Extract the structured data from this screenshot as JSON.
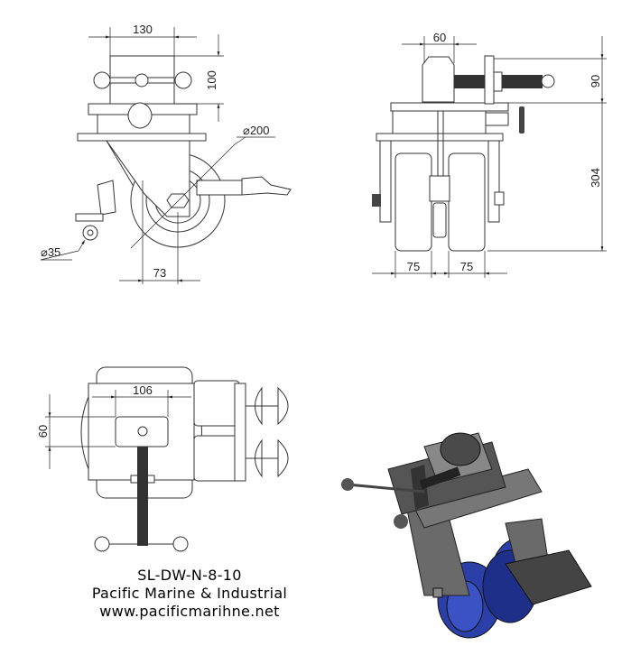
{
  "side_view": {
    "width_dim": "130",
    "height_dim": "100",
    "wheel_dia_dim": "⌀200",
    "small_wheel_dia_dim": "⌀35",
    "offset_dim": "73"
  },
  "front_view": {
    "clamp_dim": "60",
    "top_height_dim": "90",
    "body_height_dim": "304",
    "left_wheel_dim": "75",
    "right_wheel_dim": "75"
  },
  "top_view": {
    "width_dim": "106",
    "depth_dim": "60"
  },
  "caption": {
    "model": "SL-DW-N-8-10",
    "company": "Pacific Marine & Industrial",
    "website": "www.pacificmarihne.net"
  },
  "colors": {
    "wheel": "#2a3fa8",
    "metal": "#555555",
    "line": "#333333"
  }
}
